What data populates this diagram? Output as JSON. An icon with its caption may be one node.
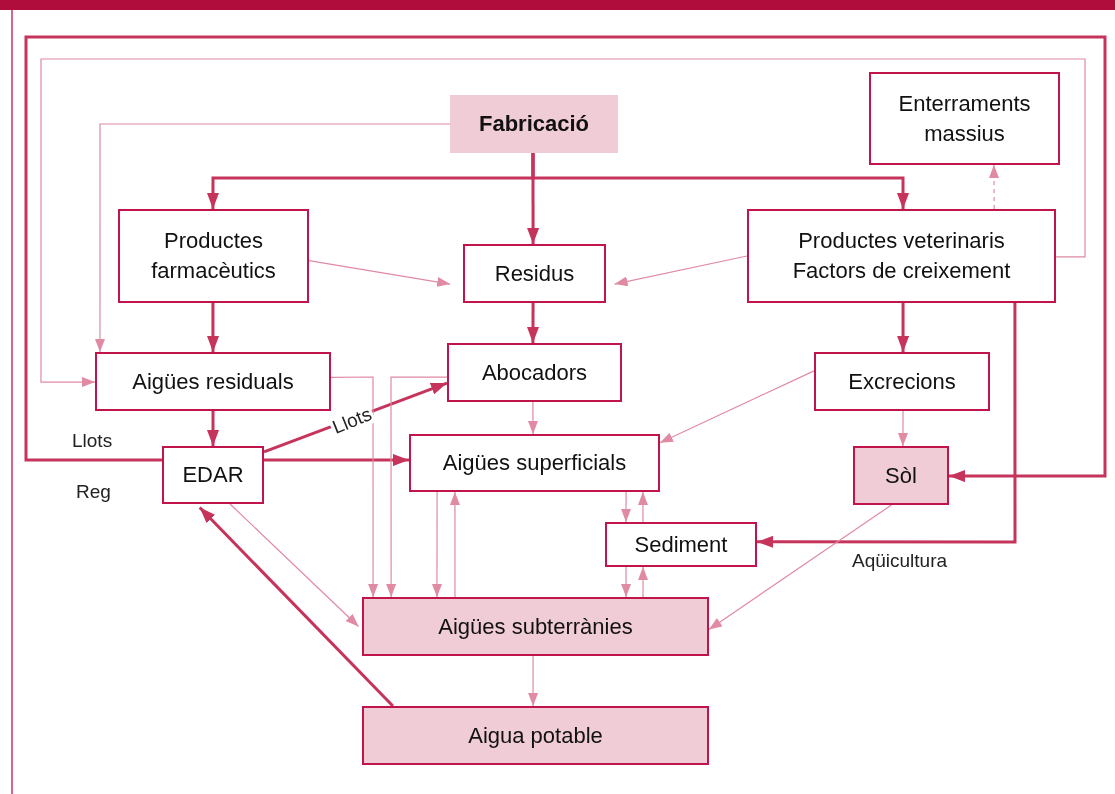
{
  "diagram": {
    "nodes": [
      {
        "text": [
          "Fabricació"
        ]
      },
      {
        "text": [
          "Enterraments massius"
        ]
      },
      {
        "text": [
          "Productes farmacèutics"
        ]
      },
      {
        "text": [
          "Residus"
        ]
      },
      {
        "text": [
          "Productes veterinaris",
          "Factors de creixement"
        ]
      },
      {
        "text": [
          "Aigües residuals"
        ]
      },
      {
        "text": [
          "Abocadors"
        ]
      },
      {
        "text": [
          "Excrecions"
        ]
      },
      {
        "text": [
          "EDAR"
        ]
      },
      {
        "text": [
          "Aigües superficials"
        ]
      },
      {
        "text": [
          "Sòl"
        ]
      },
      {
        "text": [
          "Sediment"
        ]
      },
      {
        "text": [
          "Aigües subterrànies"
        ]
      },
      {
        "text": [
          "Aigua potable"
        ]
      }
    ],
    "edges": [
      {
        "from": 0,
        "to": 2,
        "arrow": "to",
        "style": "thick",
        "color": "#c6345c"
      },
      {
        "from": 0,
        "to": 3,
        "arrow": "to",
        "style": "thick",
        "color": "#c6345c"
      },
      {
        "from": 0,
        "to": 4,
        "arrow": "to",
        "style": "thick",
        "color": "#c6345c"
      },
      {
        "from": 0,
        "to": 5,
        "arrow": "to"
      },
      {
        "from": 4,
        "to": 5,
        "arrow": "to"
      },
      {
        "from": 2,
        "to": 3,
        "arrow": "to"
      },
      {
        "from": 4,
        "to": 3,
        "arrow": "to"
      },
      {
        "from": 4,
        "to": 1,
        "arrow": "to",
        "style": "dashed"
      },
      {
        "from": 2,
        "to": 5,
        "arrow": "to",
        "style": "thick",
        "color": "#c6345c"
      },
      {
        "from": 3,
        "to": 6,
        "arrow": "to",
        "style": "thick",
        "color": "#c6345c"
      },
      {
        "from": 4,
        "to": 7,
        "arrow": "to",
        "style": "thick",
        "color": "#c6345c"
      },
      {
        "from": 4,
        "to": 11,
        "arrow": "to",
        "style": "thick",
        "color": "#c6345c",
        "label": "Aqüicultura"
      },
      {
        "from": 5,
        "to": 8,
        "arrow": "to",
        "style": "thick",
        "color": "#c6345c"
      },
      {
        "from": 8,
        "to": 6,
        "arrow": "to",
        "style": "thick",
        "color": "#c6345c",
        "label": "Llots"
      },
      {
        "from": 8,
        "to": 9,
        "arrow": "to",
        "style": "thick",
        "color": "#c6345c"
      },
      {
        "from": 8,
        "to": 12,
        "arrow": "to"
      },
      {
        "from": 13,
        "to": 8,
        "arrow": "to",
        "style": "thick",
        "color": "#c6345c"
      },
      {
        "from": 8,
        "to": 10,
        "arrow": "to",
        "style": "thick",
        "color": "#c6345c"
      },
      {
        "from": 5,
        "to": 12,
        "arrow": "to"
      },
      {
        "from": 6,
        "to": 12,
        "arrow": "to"
      },
      {
        "from": 6,
        "to": 9,
        "arrow": "to"
      },
      {
        "from": 7,
        "to": 9,
        "arrow": "to"
      },
      {
        "from": 7,
        "to": 10,
        "arrow": "to"
      },
      {
        "from": 10,
        "to": 12,
        "arrow": "to"
      },
      {
        "from": 9,
        "to": 12,
        "arrow": "to"
      },
      {
        "from": 12,
        "to": 9,
        "arrow": "to"
      },
      {
        "from": 9,
        "to": 11,
        "arrow": "to"
      },
      {
        "from": 11,
        "to": 9,
        "arrow": "to"
      },
      {
        "from": 11,
        "to": 12,
        "arrow": "to"
      },
      {
        "from": 12,
        "to": 11,
        "arrow": "to"
      },
      {
        "from": 12,
        "to": 13,
        "arrow": "to"
      }
    ],
    "labels": [
      "Llots",
      "Reg"
    ]
  }
}
